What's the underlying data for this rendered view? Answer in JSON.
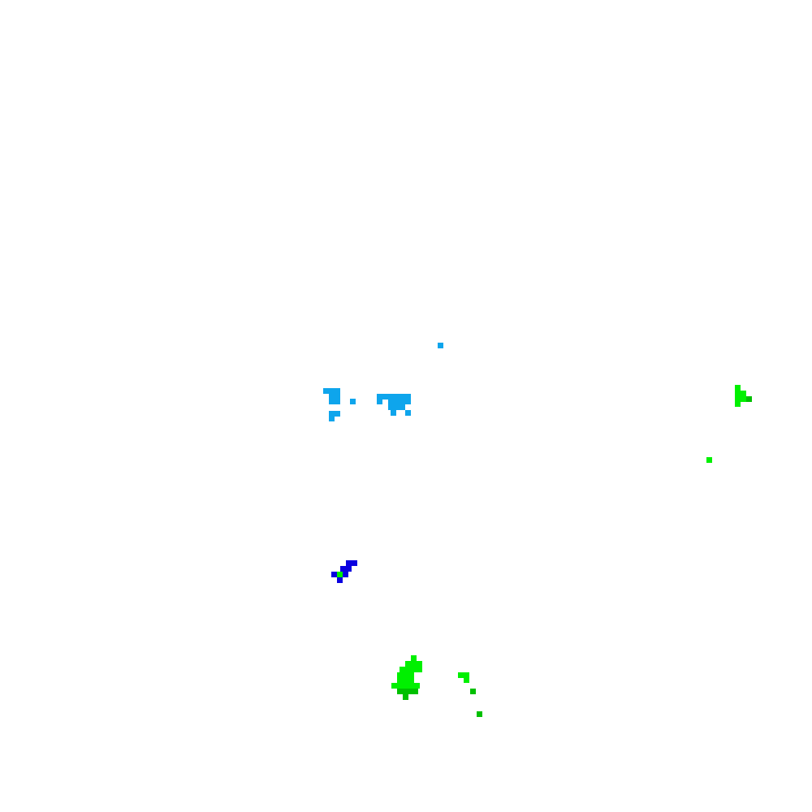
{
  "background": "#ffffff",
  "palette": {
    "cyan": "#0ea5ec",
    "green": "#00f000",
    "dark_green": "#00c000",
    "blue": "#0a00e0"
  },
  "clusters": [
    {
      "name": "cyan-speck-top",
      "color": "cyan"
    },
    {
      "name": "cyan-cluster-left",
      "color": "cyan"
    },
    {
      "name": "cyan-cluster-middle",
      "color": "cyan"
    },
    {
      "name": "green-cluster-right",
      "color": "green"
    },
    {
      "name": "green-speck-right",
      "color": "green"
    },
    {
      "name": "blue-cluster",
      "color": "blue"
    },
    {
      "name": "green-cluster-bottom",
      "color": "green"
    },
    {
      "name": "green-specks-bottom-right",
      "color": "green"
    }
  ]
}
